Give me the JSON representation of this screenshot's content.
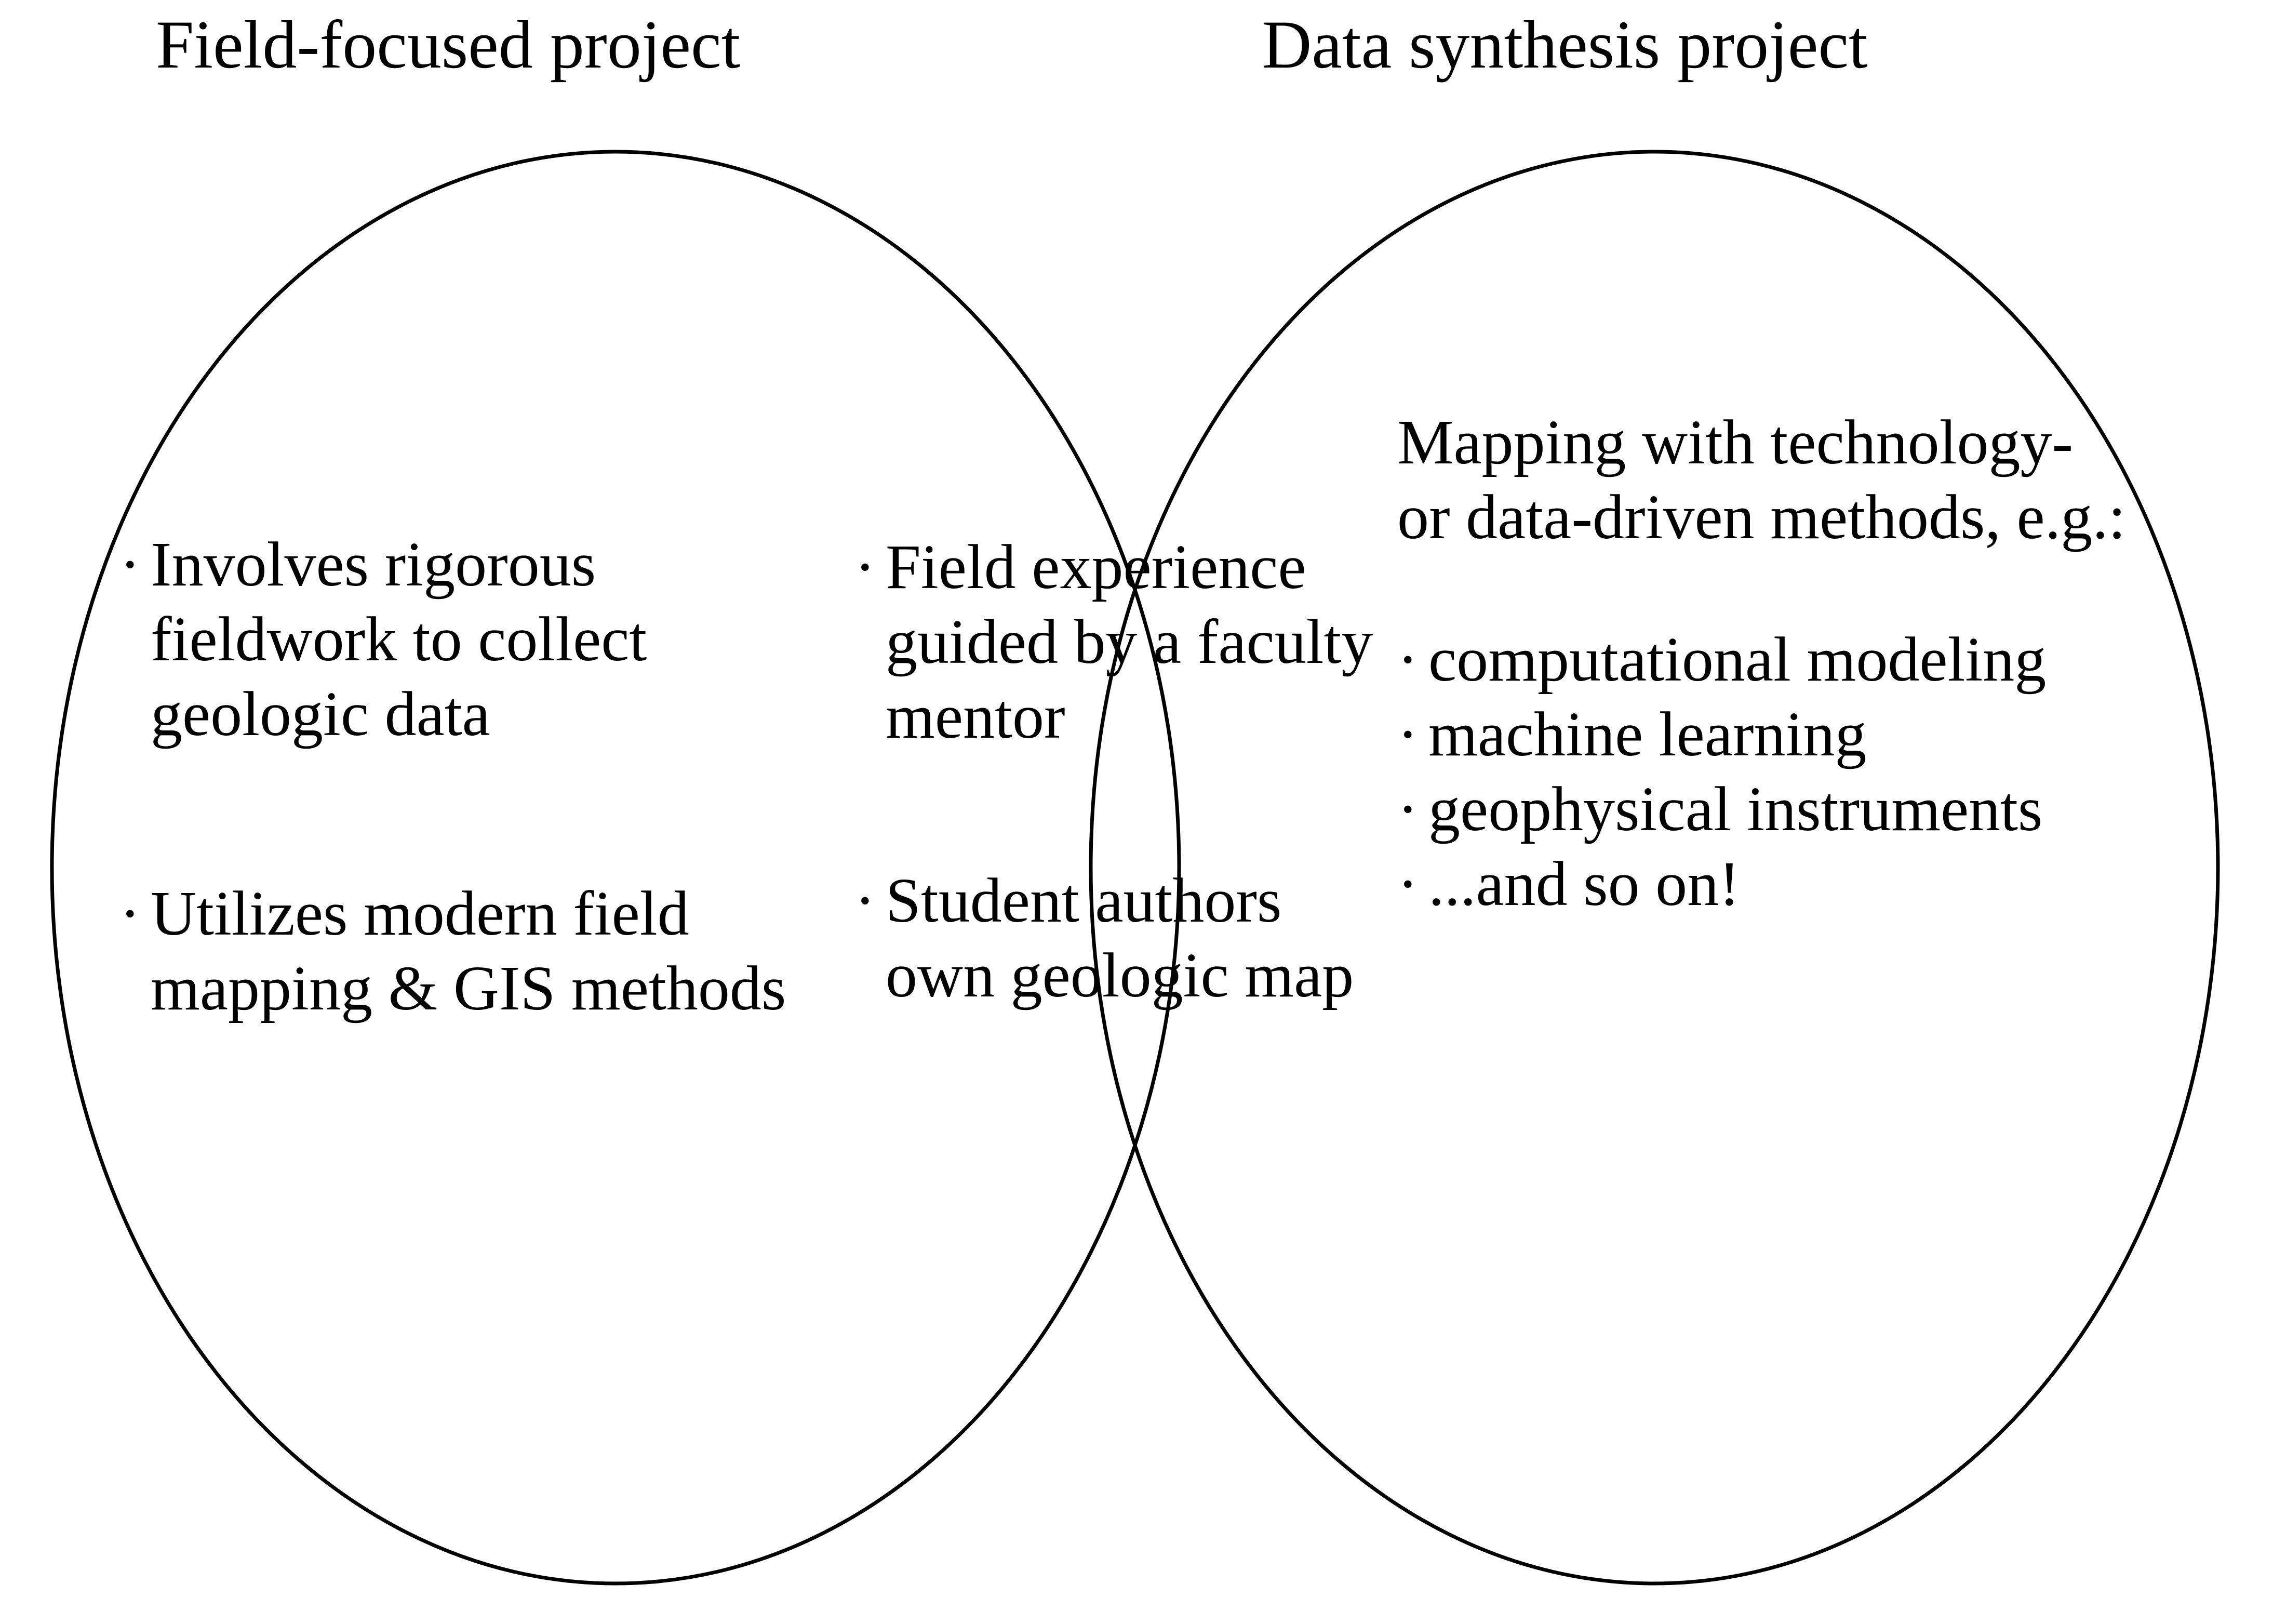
{
  "diagram": {
    "type": "venn",
    "sets": 2,
    "stroke_color": "#000000",
    "background_color": "#ffffff",
    "text_color": "#000000"
  },
  "titles": {
    "left": "Field-focused project",
    "right": "Data synthesis project"
  },
  "left_set": {
    "bullets": [
      "Involves rigorous fieldwork to collect geologic data",
      "Utilizes modern field mapping & GIS methods"
    ]
  },
  "intersection": {
    "bullets": [
      "Field experience guided by a faculty mentor",
      "Student authors own geologic map"
    ]
  },
  "right_set": {
    "heading": "Mapping with technology- or data-driven methods, e.g.:",
    "bullets": [
      "computational modeling",
      "machine learning",
      "geophysical instruments",
      "...and so on!"
    ]
  },
  "glyphs": {
    "bullet": "·"
  }
}
